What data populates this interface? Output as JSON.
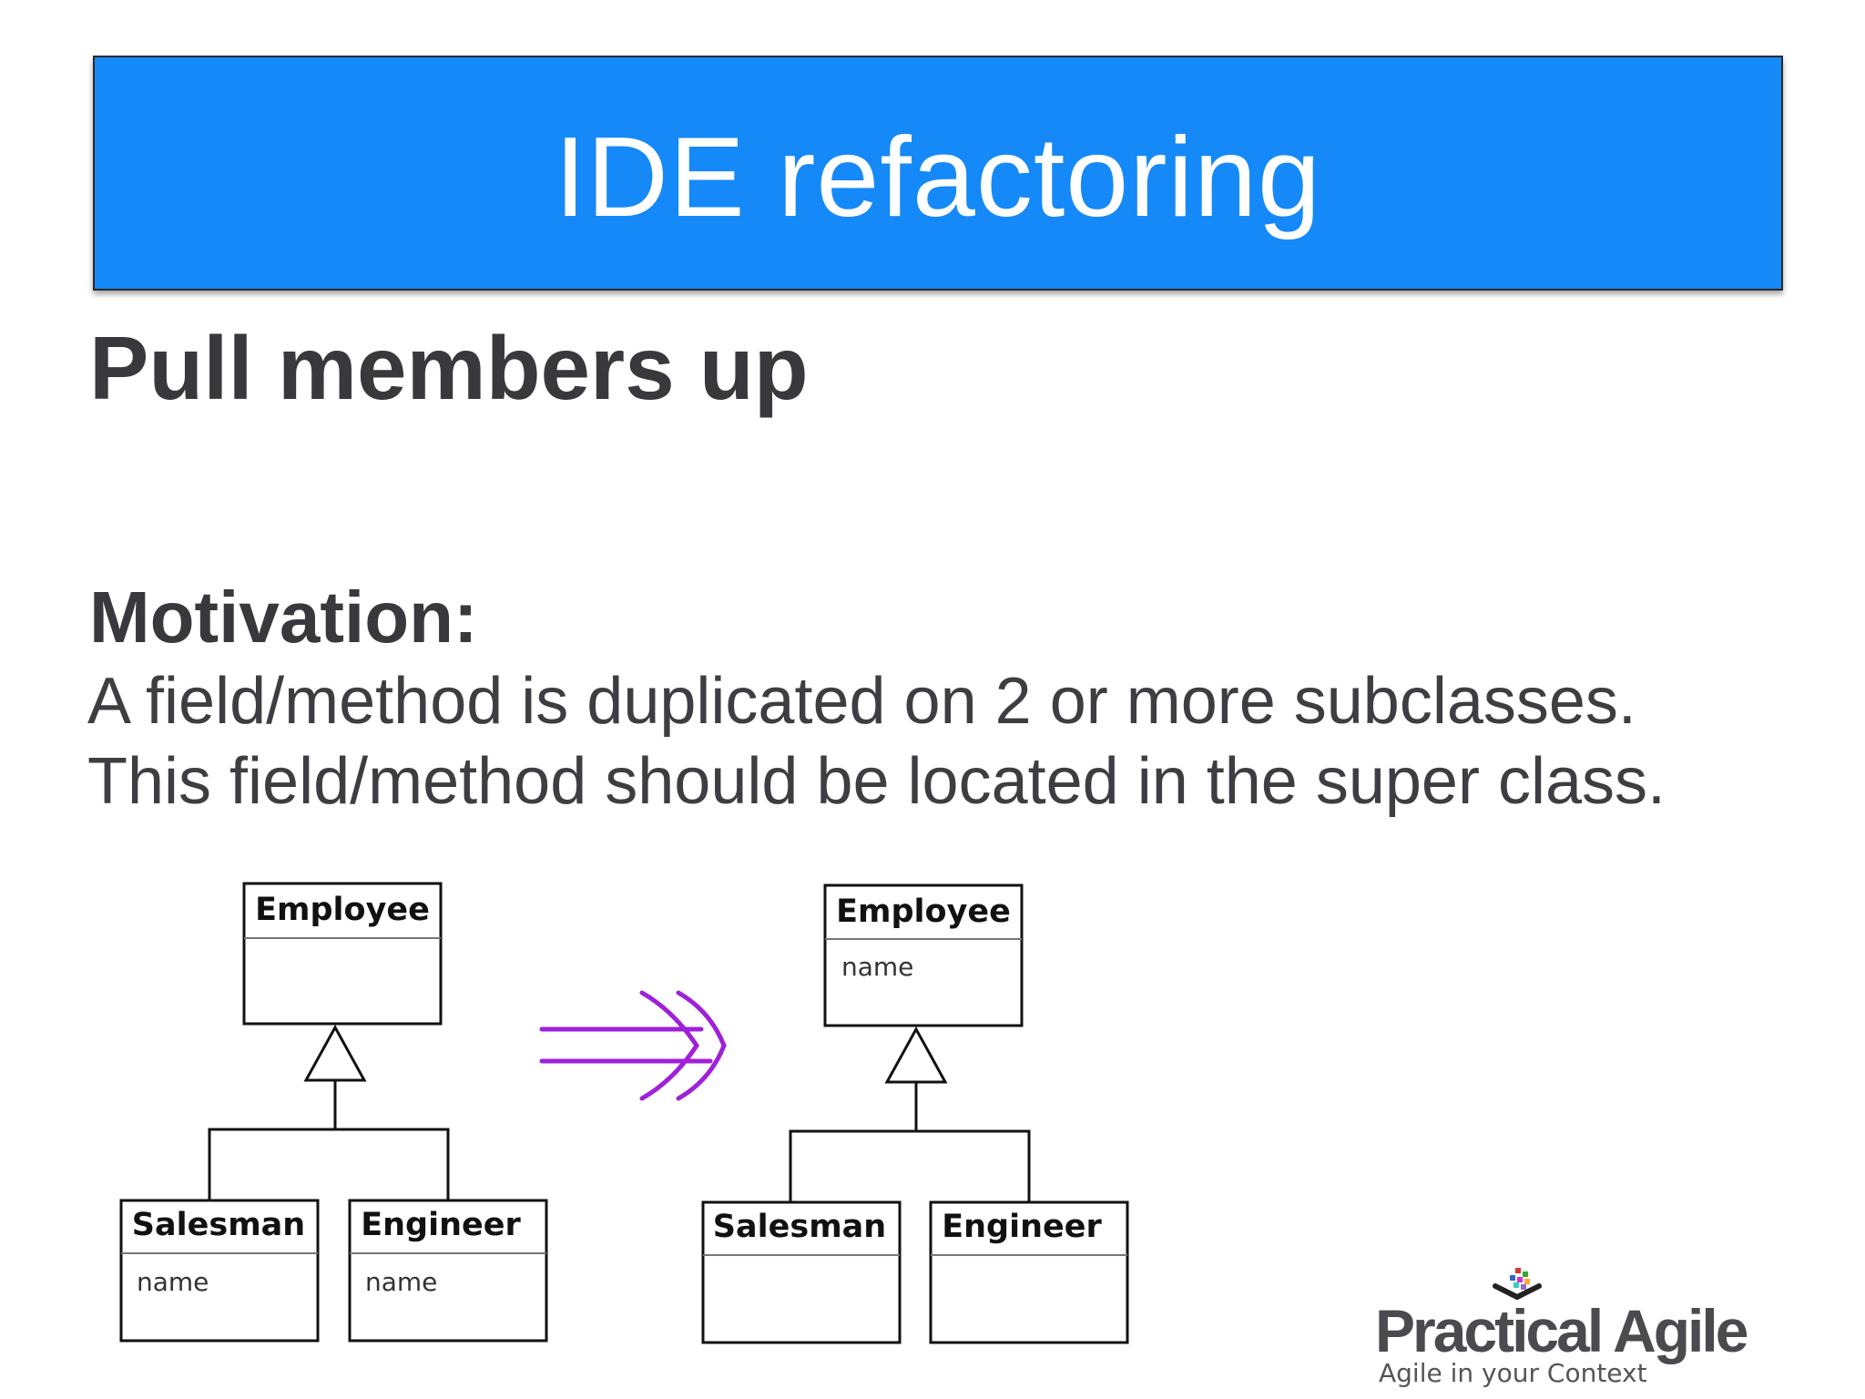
{
  "slide": {
    "title": "IDE refactoring",
    "subtitle": "Pull members up",
    "motivation_heading": "Motivation:",
    "motivation_lines": [
      "A field/method is duplicated on 2 or more subclasses.",
      "This field/method should be located in the super class."
    ]
  },
  "diagram": {
    "before": {
      "superclass": {
        "name": "Employee",
        "attribute": ""
      },
      "subclasses": [
        {
          "name": "Salesman",
          "attribute": "name"
        },
        {
          "name": "Engineer",
          "attribute": "name"
        }
      ]
    },
    "after": {
      "superclass": {
        "name": "Employee",
        "attribute": "name"
      },
      "subclasses": [
        {
          "name": "Salesman",
          "attribute": ""
        },
        {
          "name": "Engineer",
          "attribute": ""
        }
      ]
    },
    "arrow_color": "#a020d8"
  },
  "logo": {
    "name": "Practical Agile",
    "tagline": "Agile in your Context"
  },
  "colors": {
    "title_bar": "#1589f8",
    "heading_text": "#38383d"
  }
}
